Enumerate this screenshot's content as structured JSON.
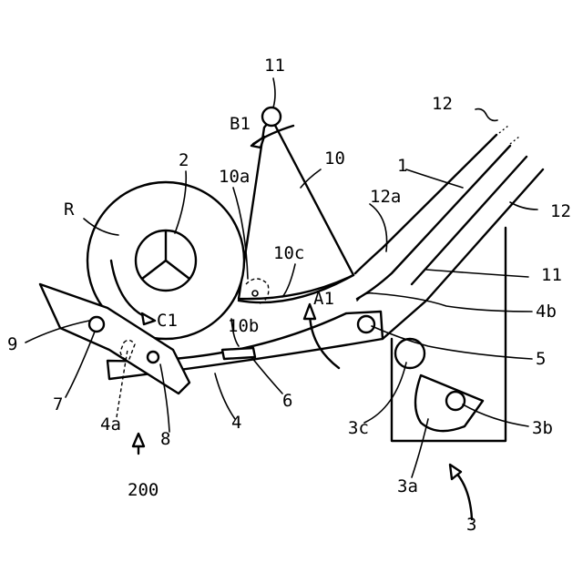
{
  "labels": {
    "l11_top": "11",
    "lB1": "B1",
    "l2": "2",
    "l10": "10",
    "l10a": "10a",
    "l12_top": "12",
    "l1": "1",
    "l12a": "12a",
    "l12_right": "12",
    "lR": "R",
    "l10c": "10c",
    "l11_right": "11",
    "lA1": "A1",
    "l4b": "4b",
    "lC1": "C1",
    "l9": "9",
    "l10b": "10b",
    "l5": "5",
    "l7": "7",
    "l6": "6",
    "l3c": "3c",
    "l3b": "3b",
    "l4a": "4a",
    "l8": "8",
    "l4": "4",
    "l3a": "3a",
    "l200": "200",
    "l3": "3"
  }
}
